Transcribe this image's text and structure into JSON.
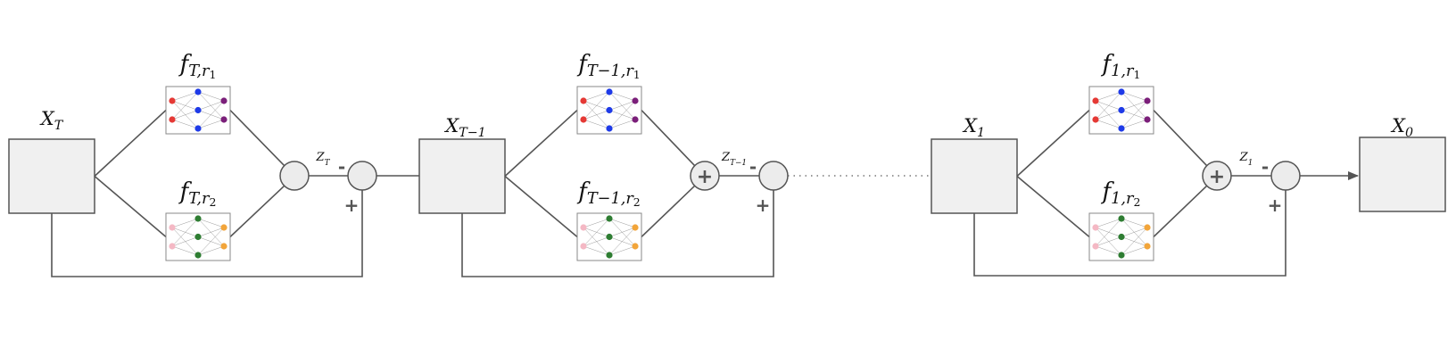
{
  "colors": {
    "line": "#555555",
    "box_fill": "#f0f0f0",
    "nn_r1_input": "#e53935",
    "nn_r1_hidden": "#1e3ae8",
    "nn_r1_output": "#7b1f7a",
    "nn_r2_input": "#f4b8c4",
    "nn_r2_hidden": "#2e7d32",
    "nn_r2_output": "#f2a53a"
  },
  "stages": [
    {
      "input_label": "X_T",
      "net1_label": "f_{T,r_1}",
      "net2_label": "f_{T,r_2}",
      "z_label": "Z_T",
      "has_sum_node": false
    },
    {
      "input_label": "X_{T-1}",
      "net1_label": "f_{T-1,r_1}",
      "net2_label": "f_{T-1,r_2}",
      "z_label": "Z_{T-1}",
      "has_sum_node": true
    },
    {
      "input_label": "X_1",
      "net1_label": "f_{1,r_1}",
      "net2_label": "f_{1,r_2}",
      "z_label": "Z_1",
      "has_sum_node": true
    }
  ],
  "output_label": "X_0",
  "minus_sign": "-",
  "plus_sign": "+"
}
